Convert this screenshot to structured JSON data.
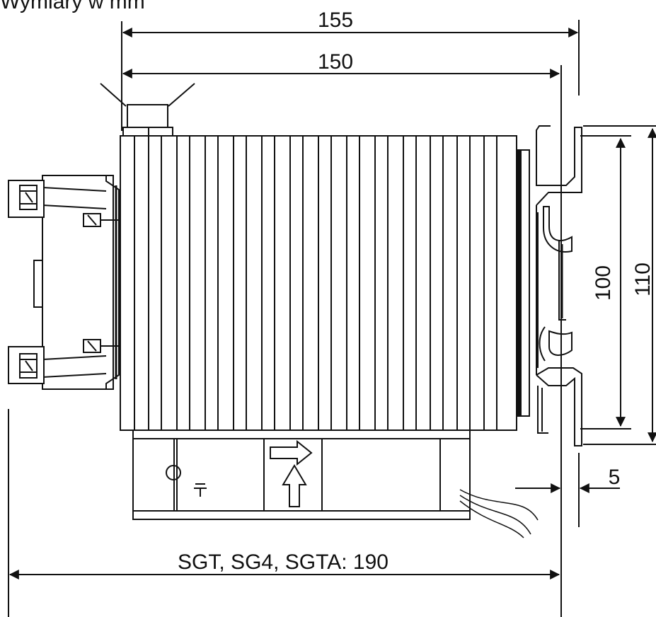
{
  "caption": "Wymiary w mm",
  "dimensions": {
    "width_155": "155",
    "width_150": "150",
    "height_100": "100",
    "height_110": "110",
    "gap_5": "5",
    "overall_190": "SGT, SG4, SGTA: 190"
  },
  "colors": {
    "line": "#111111",
    "background": "#ffffff"
  }
}
